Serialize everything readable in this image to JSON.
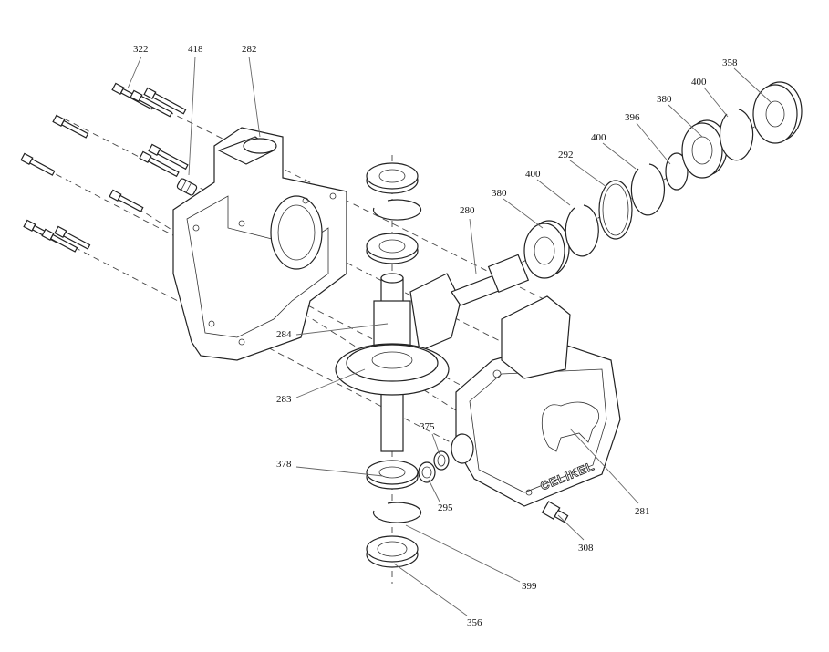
{
  "diagram": {
    "logo_text": "CELIKEL",
    "callouts": [
      "322",
      "418",
      "282",
      "358",
      "400",
      "380",
      "396",
      "400",
      "292",
      "400",
      "380",
      "280",
      "284",
      "283",
      "375",
      "378",
      "295",
      "281",
      "308",
      "399",
      "356"
    ]
  }
}
